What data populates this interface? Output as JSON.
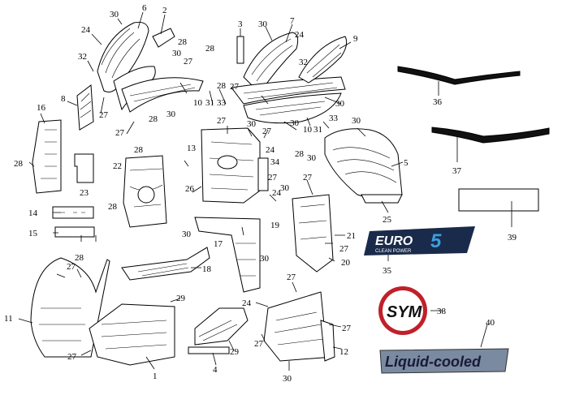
{
  "callouts": {
    "c1": "1",
    "c2": "2",
    "c3": "3",
    "c4": "4",
    "c5": "5",
    "c6": "6",
    "c7": "7",
    "c8": "8",
    "c9": "9",
    "c11": "11",
    "c12": "12",
    "c13": "13",
    "c14": "14",
    "c15": "15",
    "c16": "16",
    "c17": "17",
    "c18": "18",
    "c19": "19",
    "c20": "20",
    "c21": "21",
    "c22": "22",
    "c23": "23",
    "c24": "24",
    "c25": "25",
    "c26": "26",
    "c27": "27",
    "c28": "28",
    "c29": "29",
    "c30": "30",
    "c31": "31",
    "c32": "32",
    "c33": "33",
    "c34": "34",
    "c35": "35",
    "c36": "36",
    "c37": "37",
    "c38": "38",
    "c39": "39",
    "c40": "40",
    "c10": "10"
  },
  "logos": {
    "euro_main": "EURO",
    "euro_number": "5",
    "euro_sub": "CLEAN POWER",
    "sym": "SYM",
    "liquid_cooled": "Liquid-cooled"
  },
  "colors": {
    "line": "#000000",
    "euro_bg": "#1a2a4a",
    "euro_accent": "#3aa0e0",
    "sym_red": "#c0202a",
    "liquid_bg": "#7a8aa0"
  }
}
